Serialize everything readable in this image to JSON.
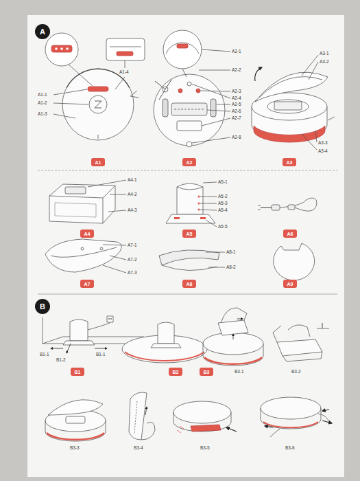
{
  "diagram": {
    "nodes": [
      {
        "text": [
          "A"
        ]
      },
      {
        "text": [
          "A1"
        ]
      },
      {
        "text": [
          "A2"
        ]
      },
      {
        "text": [
          "A3"
        ]
      },
      {
        "text": [
          "A4"
        ]
      },
      {
        "text": [
          "A5"
        ]
      },
      {
        "text": [
          "A6"
        ]
      },
      {
        "text": [
          "A7"
        ]
      },
      {
        "text": [
          "A8"
        ]
      },
      {
        "text": [
          "A9"
        ]
      },
      {
        "text": [
          "B"
        ]
      },
      {
        "text": [
          "B1"
        ]
      },
      {
        "text": [
          "B2"
        ]
      },
      {
        "text": [
          "B3"
        ]
      }
    ],
    "labels": [
      "A1-1",
      "A1-2",
      "A1-3",
      "A1-4",
      "A2-1",
      "A2-2",
      "A2-3",
      "A2-4",
      "A2-5",
      "A2-6",
      "A2-7",
      "A2-8",
      "A3-1",
      "A3-2",
      "A3-3",
      "A3-4",
      "A4-1",
      "A4-2",
      "A4-3",
      "A5-1",
      "A5-2",
      "A5-3",
      "A5-4",
      "A5-5",
      "A7-1",
      "A7-2",
      "A7-3",
      "A8-1",
      "A8-2",
      "B1-1",
      "B1-2",
      "B1-1",
      "B3-1",
      "B3-2",
      "B3-3",
      "B3-4",
      "B3-5",
      "B3-6"
    ]
  }
}
